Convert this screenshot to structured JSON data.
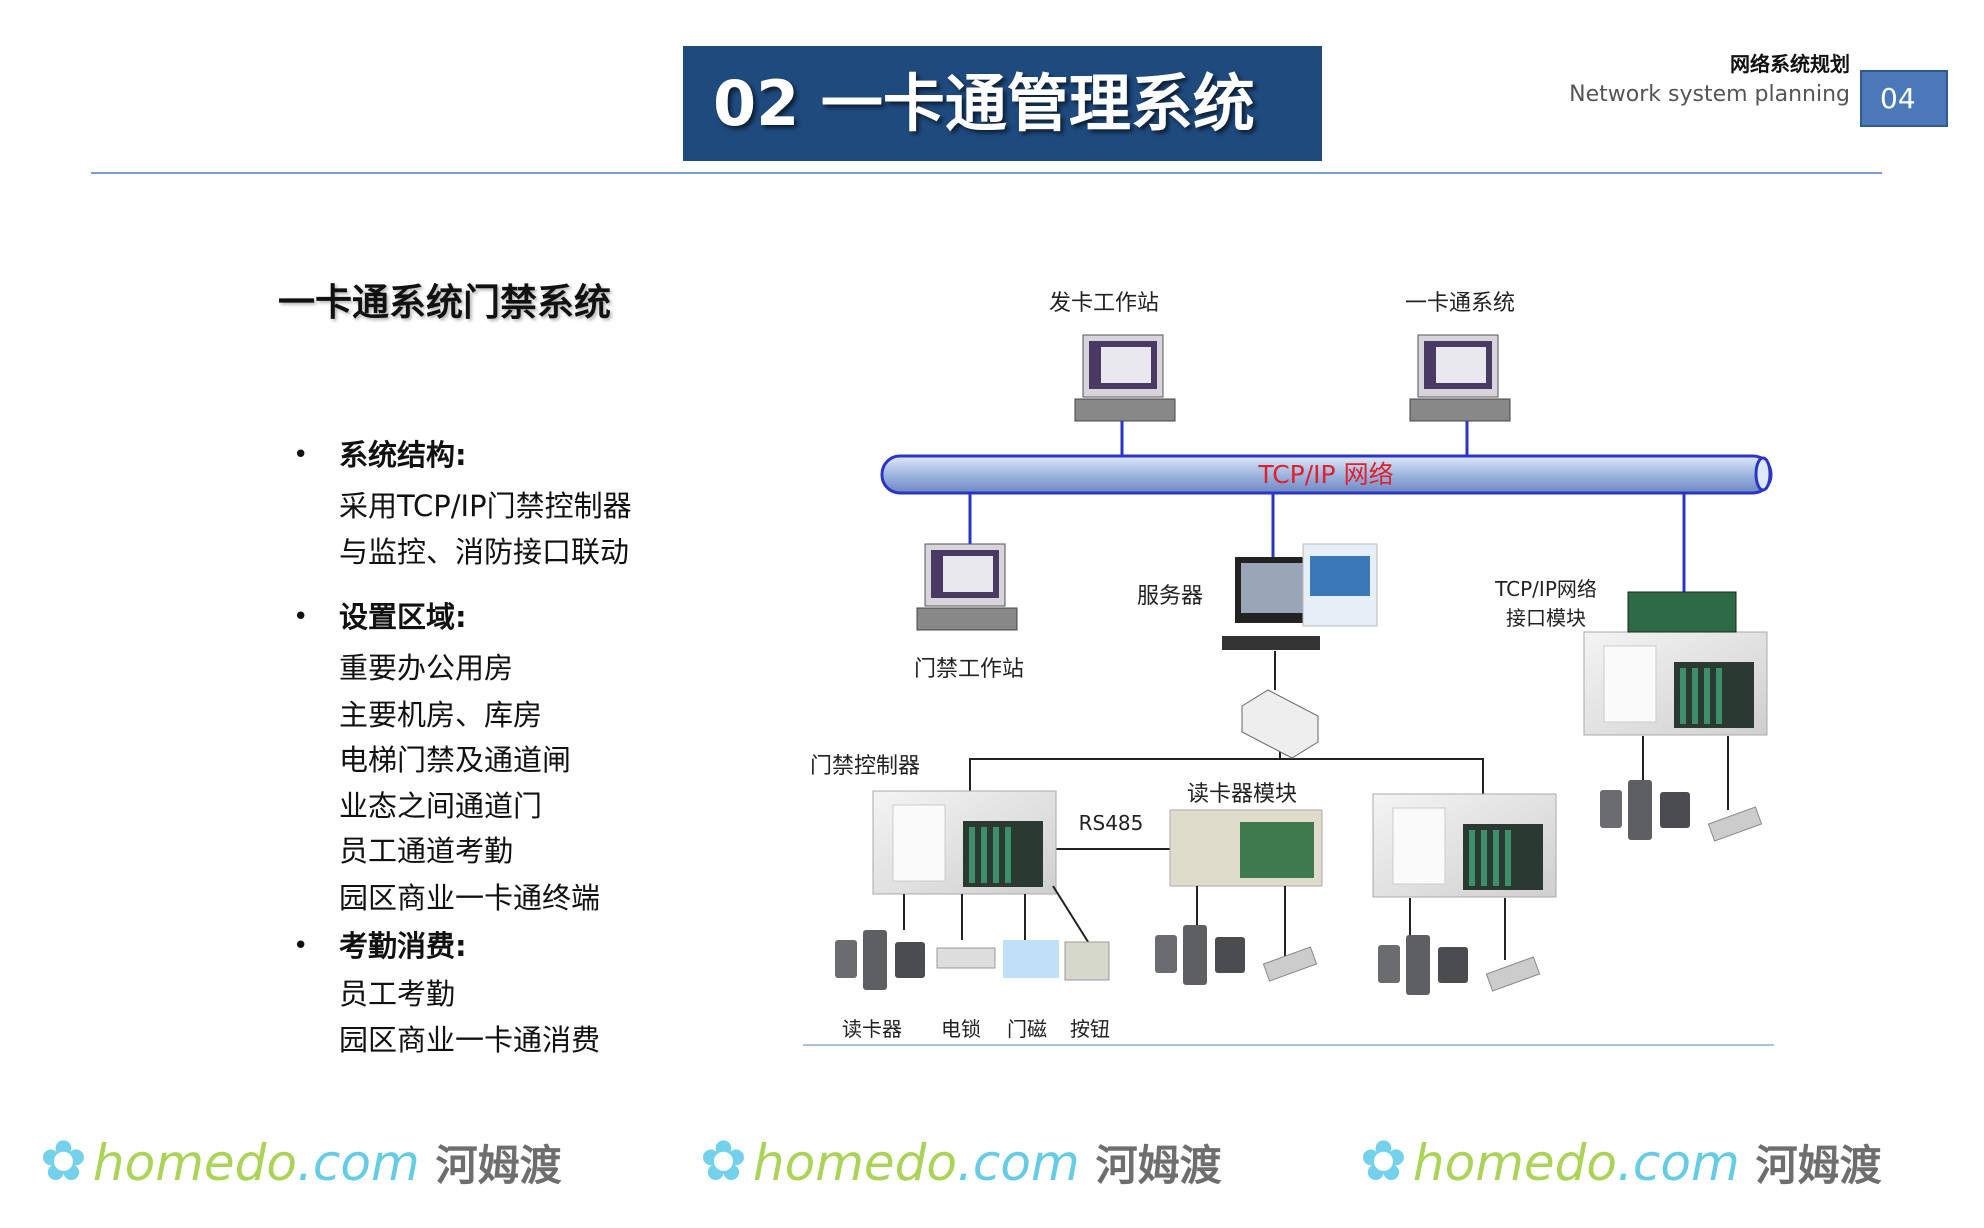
{
  "header": {
    "title": "02 一卡通管理系统",
    "section_cn": "网络系统规划",
    "section_en": "Network system planning",
    "page_number": "04"
  },
  "content": {
    "subtitle": "一卡通系统门禁系统",
    "lines": [
      {
        "text": "系统结构:",
        "bullet": true
      },
      {
        "text": "采用TCP/IP门禁控制器",
        "bullet": false
      },
      {
        "text": "与监控、消防接口联动",
        "bullet": false
      },
      {
        "text": "设置区域:",
        "bullet": true
      },
      {
        "text": "重要办公用房",
        "bullet": false
      },
      {
        "text": "主要机房、库房",
        "bullet": false
      },
      {
        "text": "电梯门禁及通道闸",
        "bullet": false
      },
      {
        "text": "业态之间通道门",
        "bullet": false
      },
      {
        "text": "员工通道考勤",
        "bullet": false
      },
      {
        "text": "园区商业一卡通终端",
        "bullet": false
      },
      {
        "text": "考勤消费:",
        "bullet": true
      },
      {
        "text": "员工考勤",
        "bullet": false
      },
      {
        "text": "园区商业一卡通消费",
        "bullet": false
      }
    ],
    "bullet_char": "•"
  },
  "diagram": {
    "card_issue_station": "发卡工作站",
    "card_system": "一卡通系统",
    "network": "TCP/IP 网络",
    "access_station": "门禁工作站",
    "server": "服务器",
    "interface_module_1": "TCP/IP网络",
    "interface_module_2": "接口模块",
    "controller": "门禁控制器",
    "reader_module": "读卡器模块",
    "rs485": "RS485",
    "reader": "读卡器",
    "lock": "电锁",
    "door_sensor": "门磁",
    "button": "按钮"
  },
  "watermark": {
    "brand_a": "homedo",
    "brand_b": ".com",
    "cn": "河姆渡",
    "flower": "✿"
  },
  "colors": {
    "title_bg": "#1f4a7e",
    "page_num_bg": "#4a78b8",
    "network_text": "#e0202a",
    "pipe": "#2a35c8"
  }
}
